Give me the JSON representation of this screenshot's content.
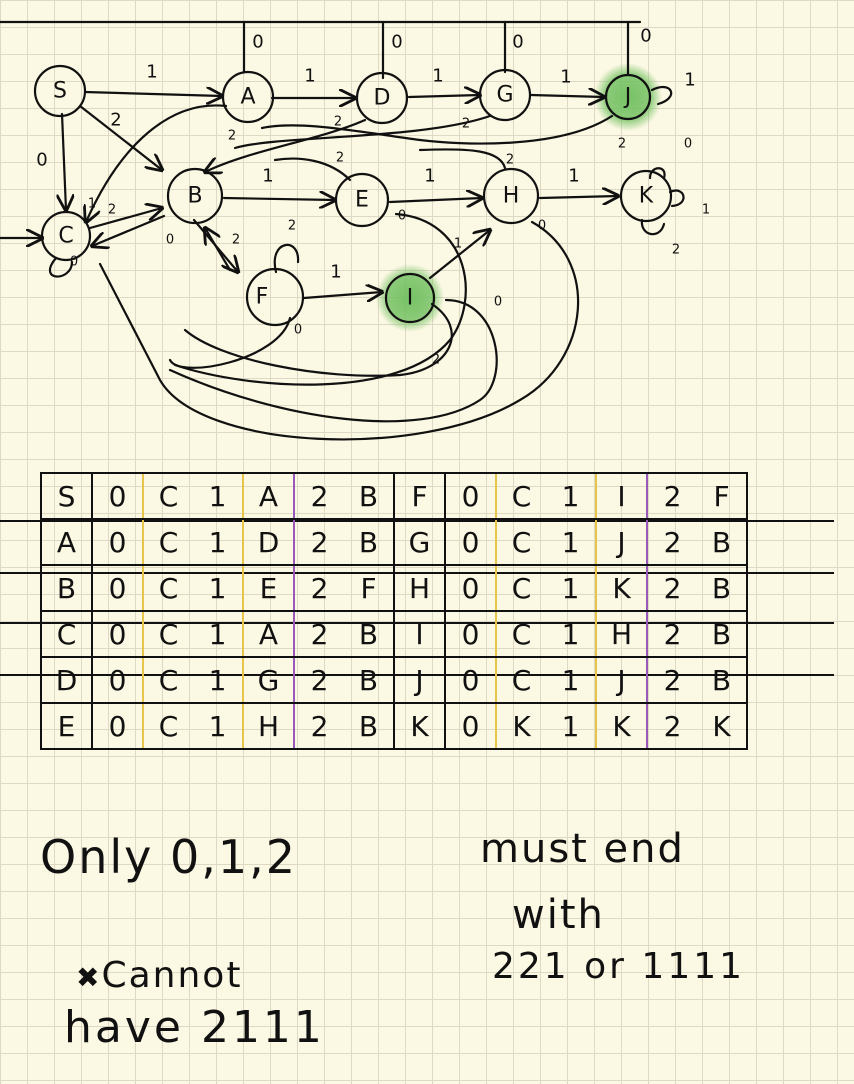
{
  "diagram": {
    "nodes": [
      {
        "id": "S",
        "label": "S",
        "accept": false
      },
      {
        "id": "A",
        "label": "A",
        "accept": false
      },
      {
        "id": "D",
        "label": "D",
        "accept": false
      },
      {
        "id": "G",
        "label": "G",
        "accept": false
      },
      {
        "id": "J",
        "label": "J",
        "accept": true
      },
      {
        "id": "C",
        "label": "C",
        "accept": false
      },
      {
        "id": "B",
        "label": "B",
        "accept": false
      },
      {
        "id": "E",
        "label": "E",
        "accept": false
      },
      {
        "id": "H",
        "label": "H",
        "accept": false
      },
      {
        "id": "K",
        "label": "K",
        "accept": false
      },
      {
        "id": "F",
        "label": "F",
        "accept": false
      },
      {
        "id": "I",
        "label": "I",
        "accept": true
      }
    ],
    "edge_labels": {
      "s_a": "1",
      "s_b": "2",
      "s_c": "0",
      "a_d": "1",
      "d_g": "1",
      "g_j": "1",
      "a_top": "0",
      "d_top": "0",
      "g_top": "0",
      "j_top": "0",
      "a_b": "2",
      "d_b": "2",
      "g_b": "2",
      "j_b": "2",
      "j_loop1": "1",
      "b_e": "1",
      "e_h": "1",
      "h_k": "1",
      "e_b": "2",
      "h_b": "2",
      "c_b_top": "2",
      "c_b_bot": "0",
      "c_b_1": "1",
      "b_f": "2",
      "f_loop": "2",
      "f_i": "1",
      "f_c": "0",
      "i_h": "1",
      "i_c": "0",
      "i_b": "2",
      "e_c": "0",
      "h_c": "0",
      "k_loop0": "0",
      "k_loop1": "1",
      "k_loop2": "2",
      "c_loop": "0"
    },
    "accent_color": "#6fbf5e"
  },
  "table": {
    "rows": [
      [
        "S",
        "0",
        "C",
        "1",
        "A",
        "2",
        "B",
        "F",
        "0",
        "C",
        "1",
        "I",
        "2",
        "F"
      ],
      [
        "A",
        "0",
        "C",
        "1",
        "D",
        "2",
        "B",
        "G",
        "0",
        "C",
        "1",
        "J",
        "2",
        "B"
      ],
      [
        "B",
        "0",
        "C",
        "1",
        "E",
        "2",
        "F",
        "H",
        "0",
        "C",
        "1",
        "K",
        "2",
        "B"
      ],
      [
        "C",
        "0",
        "C",
        "1",
        "A",
        "2",
        "B",
        "I",
        "0",
        "C",
        "1",
        "H",
        "2",
        "B"
      ],
      [
        "D",
        "0",
        "C",
        "1",
        "G",
        "2",
        "B",
        "J",
        "0",
        "C",
        "1",
        "J",
        "2",
        "B"
      ],
      [
        "E",
        "0",
        "C",
        "1",
        "H",
        "2",
        "B",
        "K",
        "0",
        "K",
        "1",
        "K",
        "2",
        "K"
      ]
    ]
  },
  "notes": {
    "only": "Only 0,1,2",
    "must_end_line1": "must end",
    "must_end_line2": "with",
    "must_end_line3": "221 or 1111",
    "cannot_line1": "Cannot",
    "cannot_line2": "have 2111"
  }
}
